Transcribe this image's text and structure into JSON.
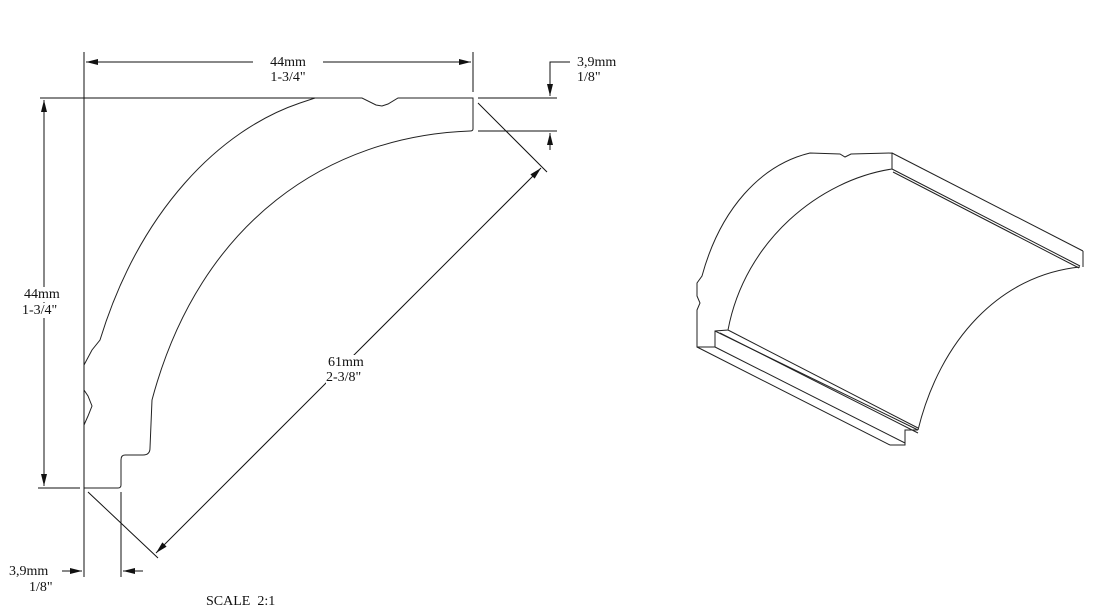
{
  "dimensions": {
    "top_width": {
      "mm": "44mm",
      "inch": "1-3/4\""
    },
    "left_height": {
      "mm": "44mm",
      "inch": "1-3/4\""
    },
    "top_right_thickness": {
      "mm": "3,9mm",
      "inch": "1/8\""
    },
    "diagonal": {
      "mm": "61mm",
      "inch": "2-3/8\""
    },
    "bottom_left_thickness": {
      "mm": "3,9mm",
      "inch": "1/8\""
    }
  },
  "scale_label": "SCALE  2:1",
  "line_color": "#111111"
}
